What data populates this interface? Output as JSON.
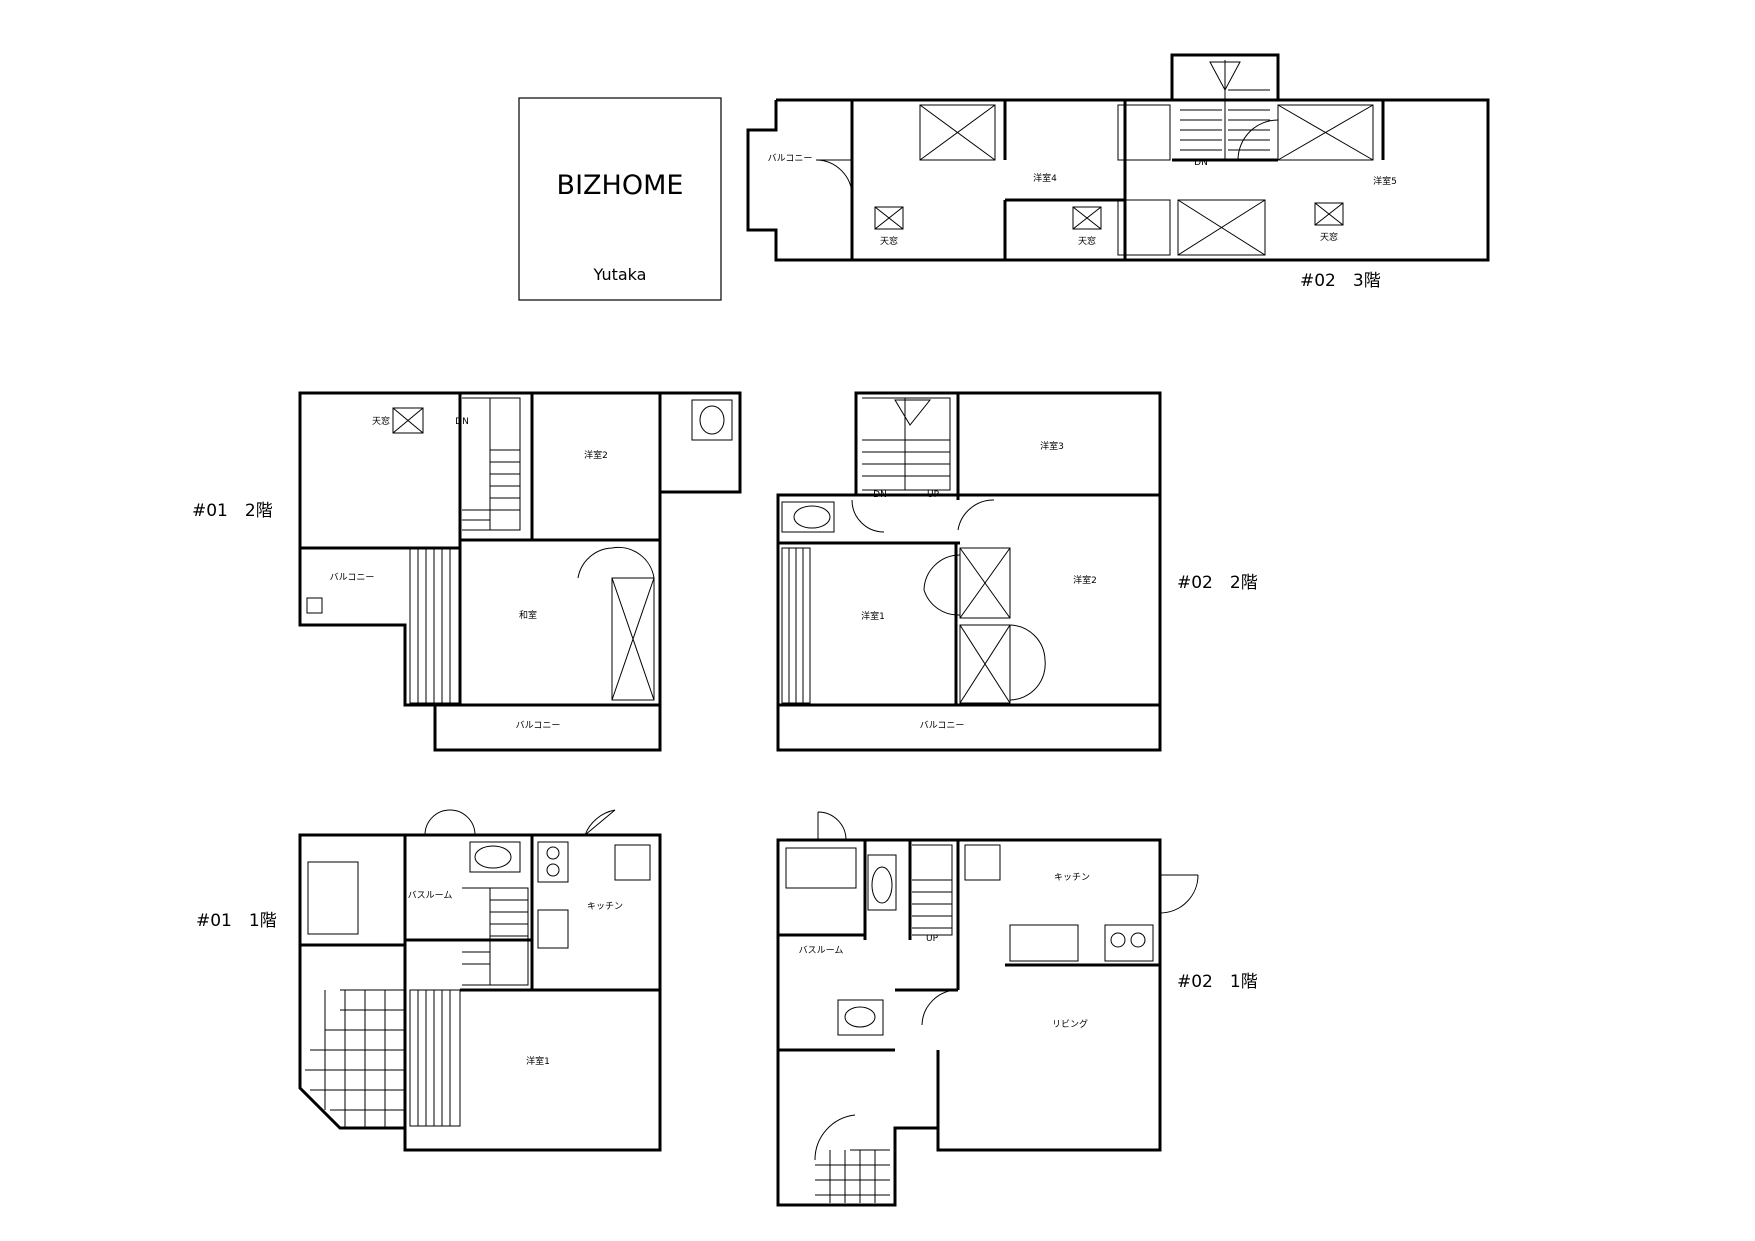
{
  "title_block": {
    "brand": "BIZHOME",
    "author": "Yutaka"
  },
  "floors": {
    "p02_3f": {
      "label": "#02　3階",
      "balcony": "バルコニー",
      "room4": "洋室4",
      "room5": "洋室5",
      "sky": "天窓",
      "dn": "DN"
    },
    "p01_2f": {
      "label": "#01　2階",
      "sky": "天窓",
      "dn": "DN",
      "room2": "洋室2",
      "balcony": "バルコニー",
      "washitsu": "和室"
    },
    "p02_2f": {
      "label": "#02　2階",
      "room3": "洋室3",
      "dn": "DN",
      "up": "UP",
      "room1": "洋室1",
      "room2": "洋室2",
      "balcony": "バルコニー"
    },
    "p01_1f": {
      "label": "#01　1階",
      "bath": "バスルーム",
      "kitchen": "キッチン",
      "room1": "洋室1"
    },
    "p02_1f": {
      "label": "#02　1階",
      "kitchen": "キッチン",
      "bath": "バスルーム",
      "up": "UP",
      "living": "リビング"
    }
  }
}
